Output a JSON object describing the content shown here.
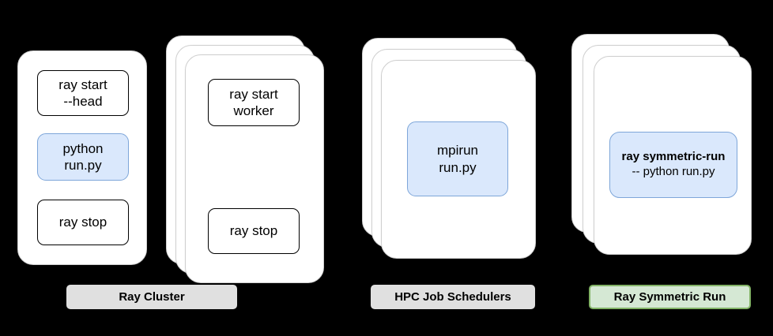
{
  "diagram": {
    "background_color": "#000000",
    "accent_blue_fill": "#dae8fc",
    "accent_blue_border": "#7ea6d9",
    "label_gray": "#e0e0e0",
    "label_green_fill": "#d5e8d4",
    "label_green_border": "#82b366"
  },
  "groups": [
    {
      "id": "ray-cluster",
      "label": "Ray Cluster",
      "label_style": "gray",
      "stacks": [
        {
          "id": "ray-head-node",
          "card_count": 1,
          "commands": [
            {
              "id": "ray-start-head",
              "lines": [
                "ray start",
                "--head"
              ],
              "highlight": false
            },
            {
              "id": "python-run-py",
              "lines": [
                "python",
                "run.py"
              ],
              "highlight": true
            },
            {
              "id": "ray-stop-head",
              "lines": [
                "ray stop"
              ],
              "highlight": false
            }
          ]
        },
        {
          "id": "ray-worker-nodes",
          "card_count": 3,
          "commands": [
            {
              "id": "ray-start-worker",
              "lines": [
                "ray start",
                "worker"
              ],
              "highlight": false
            },
            {
              "id": "ray-stop-worker",
              "lines": [
                "ray stop"
              ],
              "highlight": false
            }
          ]
        }
      ]
    },
    {
      "id": "hpc-job-schedulers",
      "label": "HPC Job Schedulers",
      "label_style": "gray",
      "stacks": [
        {
          "id": "hpc-nodes",
          "card_count": 3,
          "commands": [
            {
              "id": "mpirun-run-py",
              "lines": [
                "mpirun",
                "run.py"
              ],
              "highlight": true
            }
          ]
        }
      ]
    },
    {
      "id": "ray-symmetric-run",
      "label": "Ray Symmetric Run",
      "label_style": "green",
      "stacks": [
        {
          "id": "symmetric-nodes",
          "card_count": 3,
          "commands": [
            {
              "id": "ray-symmetric-run-cmd",
              "lines": [
                "ray symmetric-run",
                "-- python run.py"
              ],
              "highlight": true,
              "first_line_bold": true
            }
          ]
        }
      ]
    }
  ],
  "text": {
    "ray_start_head_l1": "ray start",
    "ray_start_head_l2": "--head",
    "python_run_l1": "python",
    "python_run_l2": "run.py",
    "ray_stop_head": "ray stop",
    "ray_start_worker_l1": "ray start",
    "ray_start_worker_l2": "worker",
    "ray_stop_worker": "ray stop",
    "mpirun_l1": "mpirun",
    "mpirun_l2": "run.py",
    "symmetric_l1": "ray symmetric-run",
    "symmetric_l2": "-- python run.py",
    "label_ray_cluster": "Ray Cluster",
    "label_hpc": "HPC Job Schedulers",
    "label_symmetric": "Ray Symmetric Run"
  }
}
